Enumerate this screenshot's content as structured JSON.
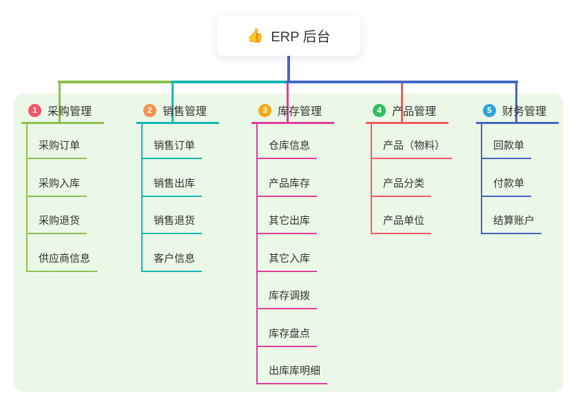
{
  "root": {
    "label": "ERP 后台",
    "emoji": "👍",
    "connector_color": "#4D62C8"
  },
  "canvas": {
    "background": "#ffffff",
    "panel_color": "#EBF7E7",
    "text_color": "#333333"
  },
  "branches": [
    {
      "number": "1",
      "label": "采购管理",
      "badge_color": "#F4546A",
      "line_color": "#8CBF4D",
      "children": [
        "采购订单",
        "采购入库",
        "采购退货",
        "供应商信息"
      ]
    },
    {
      "number": "2",
      "label": "销售管理",
      "badge_color": "#FB8F4C",
      "line_color": "#14B8B1",
      "children": [
        "销售订单",
        "销售出库",
        "销售退货",
        "客户信息"
      ]
    },
    {
      "number": "3",
      "label": "库存管理",
      "badge_color": "#F7A819",
      "line_color": "#DE3C9B",
      "children": [
        "仓库信息",
        "产品库存",
        "其它出库",
        "其它入库",
        "库存调拨",
        "库存盘点",
        "出库库明细"
      ]
    },
    {
      "number": "4",
      "label": "产品管理",
      "badge_color": "#2EBE60",
      "line_color": "#F2595C",
      "children": [
        "产品（物料）",
        "产品分类",
        "产品单位"
      ]
    },
    {
      "number": "5",
      "label": "财务管理",
      "badge_color": "#2FA4DC",
      "line_color": "#4465C5",
      "children": [
        "回款单",
        "付款单",
        "结算账户"
      ]
    }
  ]
}
